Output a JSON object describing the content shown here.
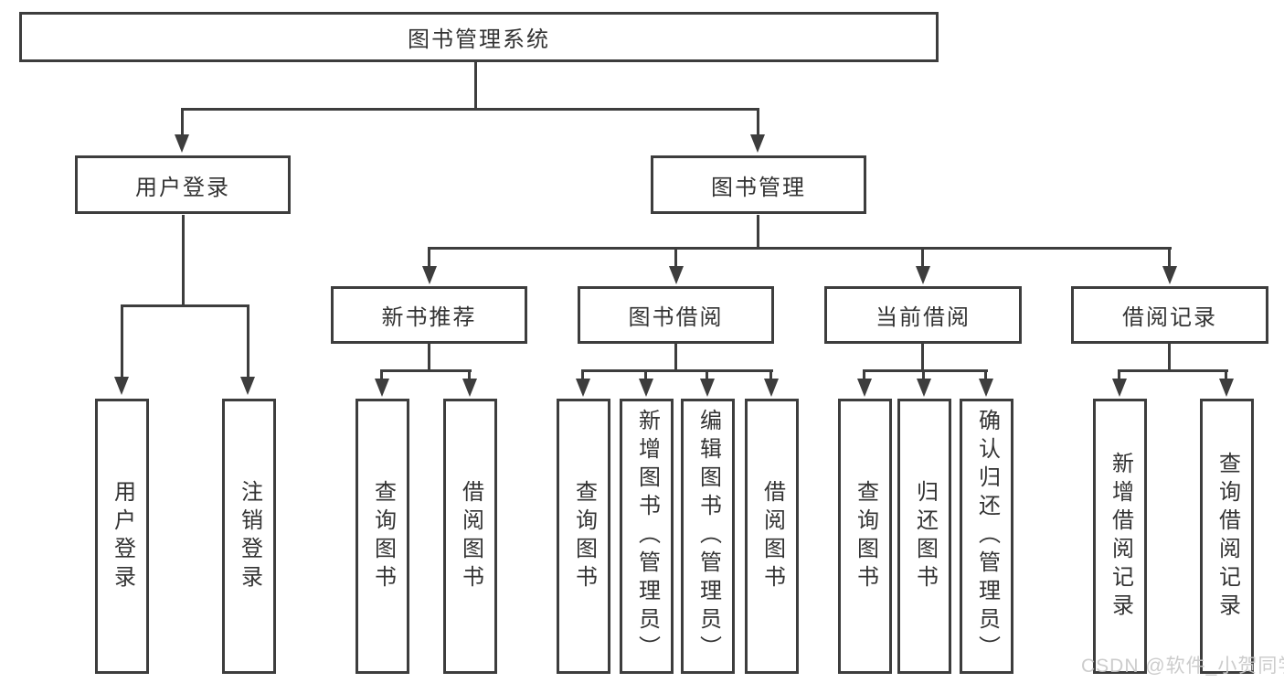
{
  "tree": {
    "root": "图书管理系统",
    "user_login": {
      "label": "用户登录",
      "children": [
        "用户登录",
        "注销登录"
      ]
    },
    "book_mgmt": {
      "label": "图书管理",
      "new_books": {
        "label": "新书推荐",
        "children": [
          "查询图书",
          "借阅图书"
        ]
      },
      "book_borrow": {
        "label": "图书借阅",
        "children": [
          "查询图书",
          "新增图书（管理员）",
          "编辑图书（管理员）",
          "借阅图书"
        ]
      },
      "current_borrow": {
        "label": "当前借阅",
        "children": [
          "查询图书",
          "归还图书",
          "确认归还（管理员）"
        ]
      },
      "borrow_records": {
        "label": "借阅记录",
        "children": [
          "新增借阅记录",
          "查询借阅记录"
        ]
      }
    }
  },
  "watermark": {
    "text": "CSDN @软件_小贺同学",
    "color": "#c8c8c8"
  },
  "style": {
    "line_color": "#3d3d3d",
    "text_color": "#333333",
    "background": "#ffffff"
  }
}
